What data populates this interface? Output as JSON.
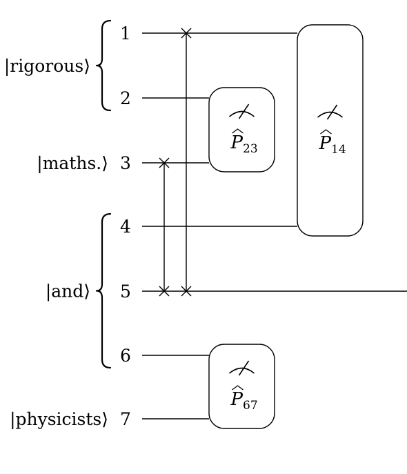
{
  "registers": [
    {
      "label": "|rigorous⟩",
      "qubits": [
        1,
        2
      ]
    },
    {
      "label": "|maths.⟩",
      "qubits": [
        3
      ]
    },
    {
      "label": "|and⟩",
      "qubits": [
        4,
        5,
        6
      ]
    },
    {
      "label": "|physicists⟩",
      "qubits": [
        7
      ]
    }
  ],
  "qubit_labels": [
    "1",
    "2",
    "3",
    "4",
    "5",
    "6",
    "7"
  ],
  "measurements": [
    {
      "name": "P",
      "sub": "23",
      "qubits": [
        2,
        3
      ]
    },
    {
      "name": "P",
      "sub": "14",
      "qubits": [
        1,
        4
      ]
    },
    {
      "name": "P",
      "sub": "67",
      "qubits": [
        6,
        7
      ]
    }
  ],
  "swaps": [
    {
      "qubits": [
        3,
        5
      ]
    },
    {
      "qubits": [
        1,
        5
      ]
    }
  ],
  "continuing_wire": 5
}
